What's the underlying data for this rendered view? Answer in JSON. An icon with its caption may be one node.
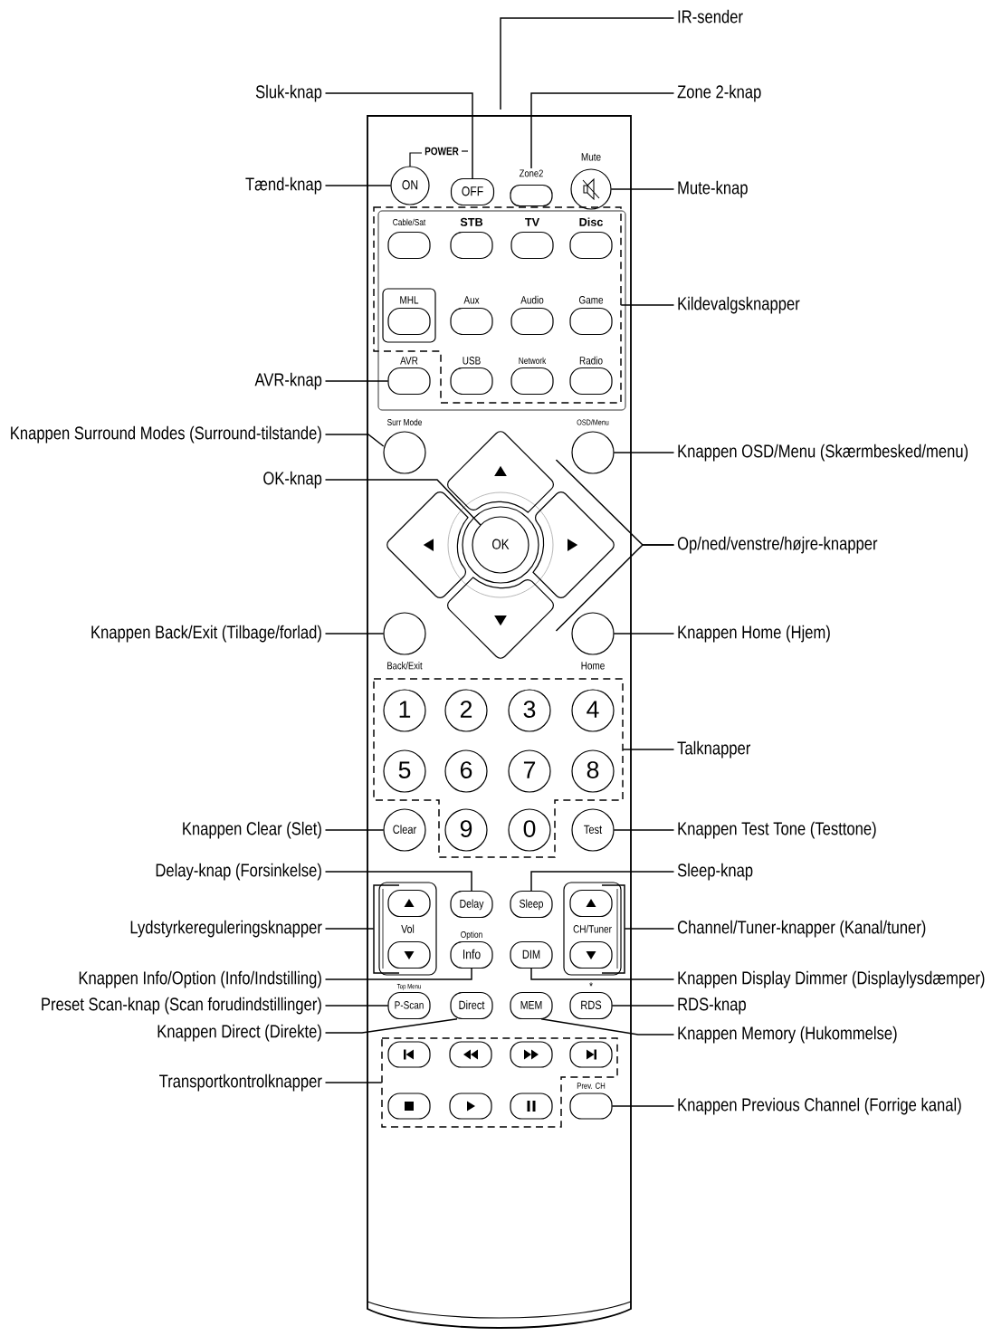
{
  "diagram": {
    "nodes": [
      {
        "text": [
          "IR-sender"
        ]
      },
      {
        "text": [
          "Sluk-knap"
        ]
      },
      {
        "text": [
          "Zone 2-knap"
        ]
      },
      {
        "text": [
          "Tænd-knap"
        ]
      },
      {
        "text": [
          "ON"
        ]
      },
      {
        "text": [
          "OFF"
        ]
      },
      {
        "text": [
          "Zone2"
        ]
      },
      {
        "text": [
          "Mute"
        ]
      },
      {
        "text": [
          "Mute-knap"
        ]
      },
      {
        "text": [],
        "shape": "box"
      },
      {
        "text": [
          "Cable/Sat"
        ],
        "in": 9
      },
      {
        "text": [
          "STB"
        ],
        "in": 9
      },
      {
        "text": [
          "TV"
        ],
        "in": 9
      },
      {
        "text": [
          "Disc"
        ],
        "in": 9
      },
      {
        "text": [
          "Kildevalgsknapper"
        ]
      },
      {
        "text": [
          "MHL"
        ],
        "in": 9
      },
      {
        "text": [
          "Aux"
        ],
        "in": 9
      },
      {
        "text": [
          "Audio"
        ],
        "in": 9
      },
      {
        "text": [
          "Game"
        ],
        "in": 9
      },
      {
        "text": [
          "AVR-knap"
        ]
      },
      {
        "text": [
          "AVR"
        ]
      },
      {
        "text": [
          "USB"
        ],
        "in": 9
      },
      {
        "text": [
          "Network"
        ],
        "in": 9
      },
      {
        "text": [
          "Radio"
        ],
        "in": 9
      },
      {
        "text": [
          "Knappen Surround Modes (Surround-tilstande)"
        ]
      },
      {
        "text": [
          "Surr Mode"
        ]
      },
      {
        "text": [
          "OSD/Menu"
        ]
      },
      {
        "text": [
          "Knappen OSD/Menu (Skærmbesked/menu)"
        ]
      },
      {
        "text": [],
        "shape": "diamond"
      },
      {
        "text": [
          "OK-knap"
        ]
      },
      {
        "text": [],
        "shape": "diamond"
      },
      {
        "text": [
          "OK"
        ]
      },
      {
        "text": [],
        "shape": "diamond"
      },
      {
        "text": [
          "Op/ned/venstre/højre-knapper"
        ]
      },
      {
        "text": [],
        "shape": "diamond"
      },
      {
        "text": [
          "Knappen Back/Exit (Tilbage/forlad)"
        ]
      },
      {
        "text": [
          "Back/Exit"
        ]
      },
      {
        "text": [
          "Home"
        ]
      },
      {
        "text": [
          "Knappen Home (Hjem)"
        ]
      },
      {
        "text": [],
        "shape": "box"
      },
      {
        "text": [
          "1"
        ],
        "in": 39
      },
      {
        "text": [
          "2"
        ],
        "in": 39
      },
      {
        "text": [
          "3"
        ],
        "in": 39
      },
      {
        "text": [
          "4"
        ],
        "in": 39
      },
      {
        "text": [
          "5"
        ],
        "in": 39
      },
      {
        "text": [
          "6"
        ],
        "in": 39
      },
      {
        "text": [
          "7"
        ],
        "in": 39
      },
      {
        "text": [
          "8"
        ],
        "in": 39
      },
      {
        "text": [
          "Talknapper"
        ]
      },
      {
        "text": [
          "Knappen Clear (Slet)"
        ]
      },
      {
        "text": [
          "Clear"
        ]
      },
      {
        "text": [
          "9"
        ],
        "in": 39
      },
      {
        "text": [
          "0"
        ],
        "in": 39
      },
      {
        "text": [
          "Test"
        ]
      },
      {
        "text": [
          "Knappen Test Tone (Testtone)"
        ]
      },
      {
        "text": [
          "Delay-knap (Forsinkelse)"
        ]
      },
      {
        "text": [
          "Sleep-knap"
        ]
      },
      {
        "text": [
          "Lydstyrkereguleringsknapper"
        ]
      },
      {
        "text": [
          "Vol"
        ]
      },
      {
        "text": [],
        "shape": "box",
        "in": 58
      },
      {
        "text": [
          "Delay"
        ]
      },
      {
        "text": [
          "Sleep"
        ]
      },
      {
        "text": [
          "CH/Tuner"
        ]
      },
      {
        "text": [],
        "shape": "box",
        "in": 62
      },
      {
        "text": [
          "Channel/Tuner-knapper (Kanal/tuner)"
        ]
      },
      {
        "text": [],
        "shape": "box",
        "in": 58
      },
      {
        "text": [
          "Option",
          "Info"
        ]
      },
      {
        "text": [
          "DIM"
        ]
      },
      {
        "text": [],
        "shape": "box",
        "in": 62
      },
      {
        "text": [
          "Knappen Info/Option (Info/Indstilling)"
        ]
      },
      {
        "text": [
          "Knappen Display Dimmer (Displaylysdæmper)"
        ]
      },
      {
        "text": [
          "Preset Scan-knap (Scan forudindstillinger)"
        ]
      },
      {
        "text": [
          "Top Menu",
          "P-Scan"
        ]
      },
      {
        "text": [
          "Direct"
        ]
      },
      {
        "text": [
          "MEM"
        ]
      },
      {
        "text": [
          "*",
          "RDS"
        ]
      },
      {
        "text": [
          "RDS-knap"
        ]
      },
      {
        "text": [
          "Knappen Direct (Direkte)"
        ]
      },
      {
        "text": [
          "Knappen Memory (Hukommelse)"
        ]
      },
      {
        "text": [],
        "shape": "box"
      },
      {
        "text": [],
        "shape": "box",
        "in": 79
      },
      {
        "text": [],
        "shape": "box",
        "in": 79
      },
      {
        "text": [],
        "shape": "box",
        "in": 79
      },
      {
        "text": [],
        "shape": "box",
        "in": 79
      },
      {
        "text": [
          "Transportkontrolknapper"
        ]
      },
      {
        "text": [],
        "shape": "box",
        "in": 79
      },
      {
        "text": [],
        "shape": "box",
        "in": 79
      },
      {
        "text": [],
        "shape": "box",
        "in": 79
      },
      {
        "text": [
          "Prev. CH"
        ]
      },
      {
        "text": [
          "Knappen Previous Channel (Forrige kanal)"
        ]
      }
    ],
    "edges": [
      {
        "from": 0,
        "to": null,
        "arrow": "none"
      },
      {
        "from": 1,
        "to": 5,
        "arrow": "none"
      },
      {
        "from": 2,
        "to": 6,
        "arrow": "none"
      },
      {
        "from": 3,
        "to": 4,
        "arrow": "none"
      },
      {
        "from": 8,
        "to": 7,
        "arrow": "none"
      },
      {
        "from": 14,
        "to": 9,
        "arrow": "none"
      },
      {
        "from": 19,
        "to": 20,
        "arrow": "none"
      },
      {
        "from": 24,
        "to": 25,
        "arrow": "none"
      },
      {
        "from": 27,
        "to": 26,
        "arrow": "none"
      },
      {
        "from": 29,
        "to": 31,
        "arrow": "none"
      },
      {
        "from": 33,
        "to": 28,
        "arrow": "none"
      },
      {
        "from": 33,
        "to": 34,
        "arrow": "none"
      },
      {
        "from": 35,
        "to": 36,
        "arrow": "none"
      },
      {
        "from": 38,
        "to": 37,
        "arrow": "none"
      },
      {
        "from": 48,
        "to": 39,
        "arrow": "none"
      },
      {
        "from": 49,
        "to": 50,
        "arrow": "none"
      },
      {
        "from": 54,
        "to": 53,
        "arrow": "none"
      },
      {
        "from": 55,
        "to": 60,
        "arrow": "none"
      },
      {
        "from": 56,
        "to": 61,
        "arrow": "none"
      },
      {
        "from": 57,
        "to": 58,
        "arrow": "none"
      },
      {
        "from": 64,
        "to": 62,
        "arrow": "none"
      },
      {
        "from": 69,
        "to": 66,
        "arrow": "none"
      },
      {
        "from": 70,
        "to": 67,
        "arrow": "none"
      },
      {
        "from": 71,
        "to": 72,
        "arrow": "none"
      },
      {
        "from": 76,
        "to": 75,
        "arrow": "none"
      },
      {
        "from": 77,
        "to": 73,
        "arrow": "none"
      },
      {
        "from": 78,
        "to": 74,
        "arrow": "none"
      },
      {
        "from": 84,
        "to": 79,
        "arrow": "none"
      },
      {
        "from": 89,
        "to": 88,
        "arrow": "none"
      }
    ],
    "labels": [
      "POWER"
    ]
  }
}
